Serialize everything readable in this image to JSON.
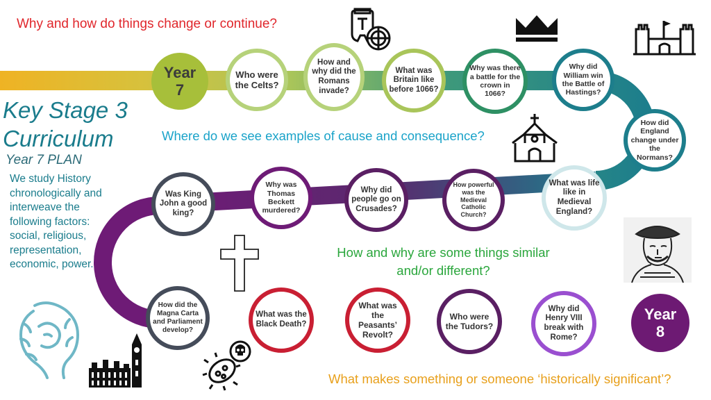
{
  "top_question": "Why and how do things change or continue?",
  "title_line1": "Key Stage 3",
  "title_line2": "Curriculum",
  "subtitle": "Year 7 PLAN",
  "description": "We study History chronologically and interweave the following factors: social, religious, representation, economic, power.",
  "question_cause": "Where do we see examples of cause and consequence?",
  "question_similar": "How and why are some things similar and/or different?",
  "question_significant": "What makes something or someone ‘historically significant’?",
  "start_node": "Year 7",
  "end_node": "Year 8",
  "topics": [
    "Who were the Celts?",
    "How and why did the Romans invade?",
    "What was Britain like before 1066?",
    "Why was there a battle for the crown in 1066?",
    "Why did William win the Battle of Hastings?",
    "How did England change under the Normans?",
    "What was life like in Medieval England?",
    "How powerful was the Medieval Catholic Church?",
    "Why did people go on Crusades?",
    "Why was Thomas Beckett murdered?",
    "Was King John a good king?",
    "How did the Magna Carta and Parliament develop?",
    "What was the Black Death?",
    "What was the Peasants’ Revolt?",
    "Who were the Tudors?",
    "Why did Henry VIII break with Rome?"
  ],
  "colors": {
    "red_text": "#e0262b",
    "teal_title": "#1a7c8c",
    "blue_text": "#1aa3c9",
    "green_text": "#2aa63c",
    "gold_text": "#e8a01c",
    "olive_year": "#a7bf3a",
    "purple_year": "#6d1a73",
    "road_gold": "#efb324",
    "road_green": "#a9c55a",
    "road_teal": "#1d7e8c",
    "road_purple": "#6e1b76"
  },
  "icons": [
    "spartan-helmet-shield-icon",
    "crown-icon",
    "castle-icon",
    "church-icon",
    "henry-viii-portrait-icon",
    "latin-cross-icon",
    "lion-head-logo-icon",
    "big-ben-parliament-icon",
    "plague-bacteria-skull-icon"
  ]
}
